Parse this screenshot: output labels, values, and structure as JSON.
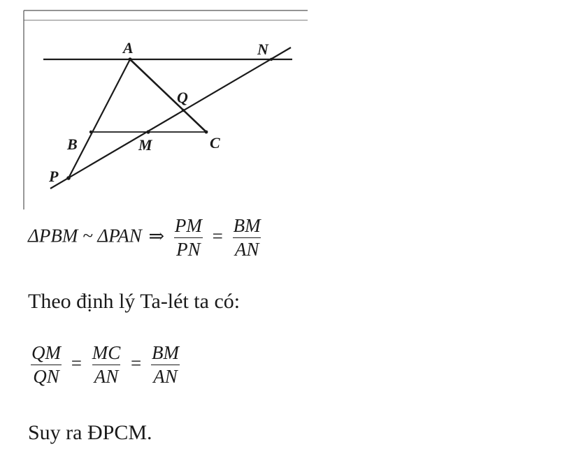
{
  "figure": {
    "labels": {
      "A": "A",
      "N": "N",
      "Q": "Q",
      "B": "B",
      "M": "M",
      "C": "C",
      "P": "P"
    }
  },
  "equation1": {
    "lhs": "ΔPBM ~ ΔPAN",
    "implies": "⇒",
    "frac1": {
      "num": "PM",
      "den": "PN"
    },
    "equals": "=",
    "frac2": {
      "num": "BM",
      "den": "AN"
    }
  },
  "text1": "Theo định lý Ta-lét ta có:",
  "equation2": {
    "frac1": {
      "num": "QM",
      "den": "QN"
    },
    "eq1": "=",
    "frac2": {
      "num": "MC",
      "den": "AN"
    },
    "eq2": "=",
    "frac3": {
      "num": "BM",
      "den": "AN"
    }
  },
  "text2": "Suy ra ĐPCM."
}
